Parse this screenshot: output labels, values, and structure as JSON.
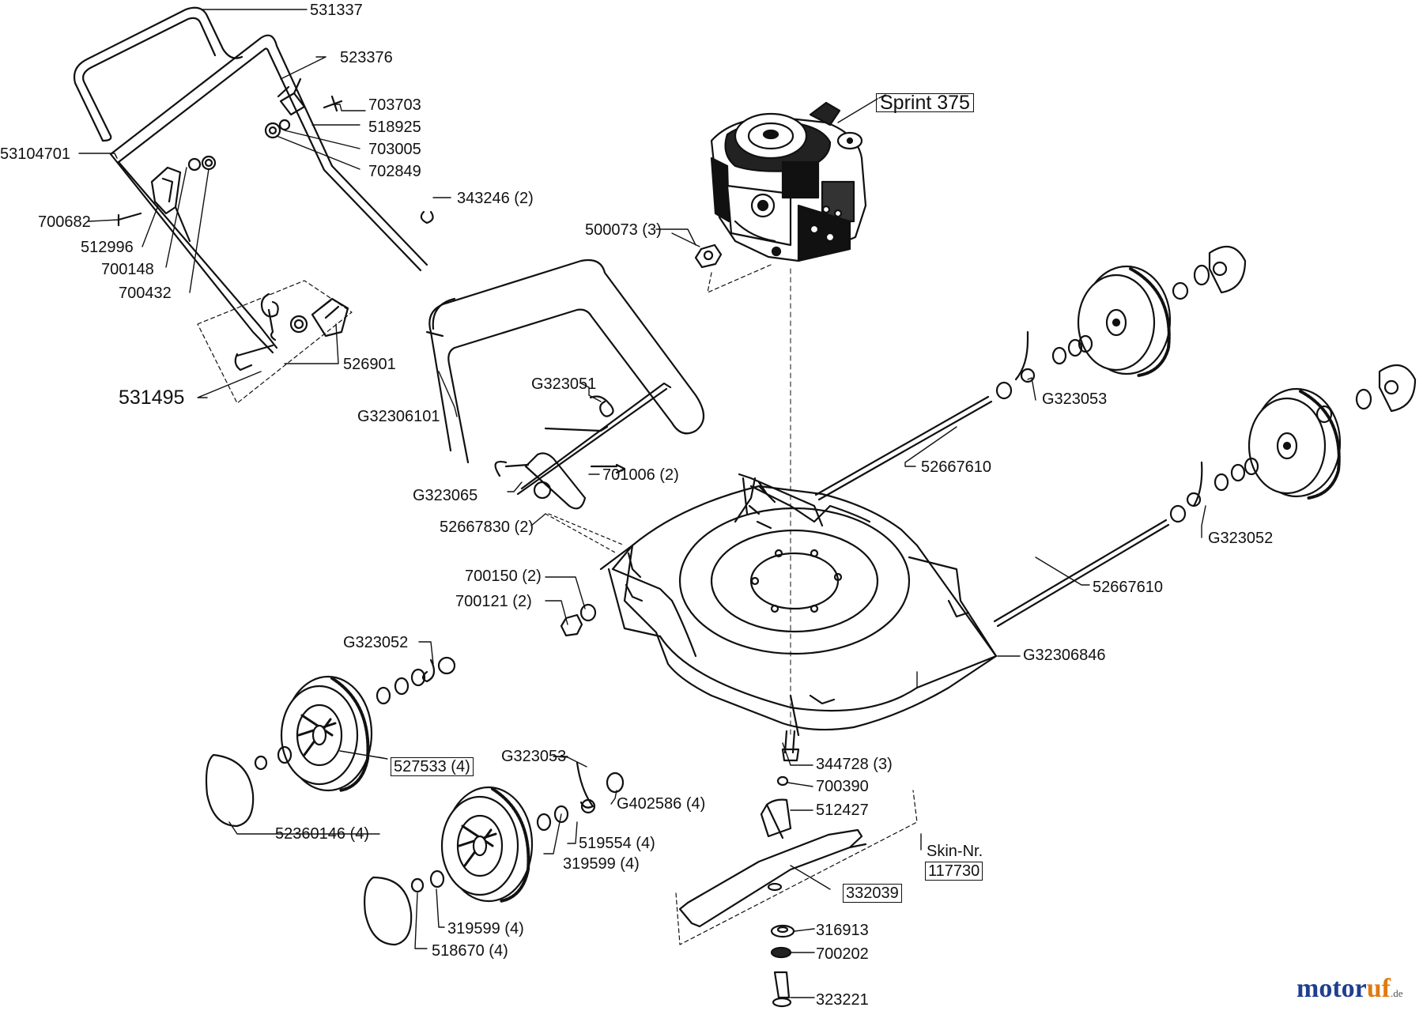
{
  "engine_label": "Sprint 375",
  "parts": [
    {
      "id": "p531337",
      "number": "531337"
    },
    {
      "id": "p523376",
      "number": "523376"
    },
    {
      "id": "p703703",
      "number": "703703"
    },
    {
      "id": "p518925",
      "number": "518925"
    },
    {
      "id": "p703005",
      "number": "703005"
    },
    {
      "id": "p702849",
      "number": "702849"
    },
    {
      "id": "p53104701",
      "number": "53104701"
    },
    {
      "id": "p343246",
      "number": "343246 (2)"
    },
    {
      "id": "p700682",
      "number": "700682"
    },
    {
      "id": "p512996",
      "number": "512996"
    },
    {
      "id": "p700148",
      "number": "700148"
    },
    {
      "id": "p700432",
      "number": "700432"
    },
    {
      "id": "p500073",
      "number": "500073 (3)"
    },
    {
      "id": "p526901",
      "number": "526901"
    },
    {
      "id": "p531495",
      "number": "531495"
    },
    {
      "id": "pG323051",
      "number": "G323051"
    },
    {
      "id": "pG32306101",
      "number": "G32306101"
    },
    {
      "id": "pG323053a",
      "number": "G323053"
    },
    {
      "id": "p52667610a",
      "number": "52667610"
    },
    {
      "id": "p701006",
      "number": "701006 (2)"
    },
    {
      "id": "pG323065",
      "number": "G323065"
    },
    {
      "id": "p52667830",
      "number": "52667830 (2)"
    },
    {
      "id": "pG323052a",
      "number": "G323052"
    },
    {
      "id": "p700150",
      "number": "700150 (2)"
    },
    {
      "id": "p700121",
      "number": "700121 (2)"
    },
    {
      "id": "p52667610b",
      "number": "52667610"
    },
    {
      "id": "pG323052b",
      "number": "G323052"
    },
    {
      "id": "pG32306846",
      "number": "G32306846"
    },
    {
      "id": "p527533",
      "number": "527533 (4)"
    },
    {
      "id": "pG323053b",
      "number": "G323053"
    },
    {
      "id": "p344728",
      "number": "344728 (3)"
    },
    {
      "id": "p700390",
      "number": "700390"
    },
    {
      "id": "pG402586",
      "number": "G402586 (4)"
    },
    {
      "id": "p512427",
      "number": "512427"
    },
    {
      "id": "p52360146",
      "number": "52360146 (4)"
    },
    {
      "id": "p519554",
      "number": "519554 (4)"
    },
    {
      "id": "p319599a",
      "number": "319599 (4)"
    },
    {
      "id": "pSkin",
      "number": "Skin-Nr."
    },
    {
      "id": "p117730",
      "number": "117730"
    },
    {
      "id": "p332039",
      "number": "332039"
    },
    {
      "id": "p319599b",
      "number": "319599 (4)"
    },
    {
      "id": "p316913",
      "number": "316913"
    },
    {
      "id": "p518670",
      "number": "518670 (4)"
    },
    {
      "id": "p700202",
      "number": "700202"
    },
    {
      "id": "p323221",
      "number": "323221"
    }
  ],
  "watermark": {
    "brand_a": "motor",
    "brand_b": "uf",
    "suffix": ".de"
  }
}
